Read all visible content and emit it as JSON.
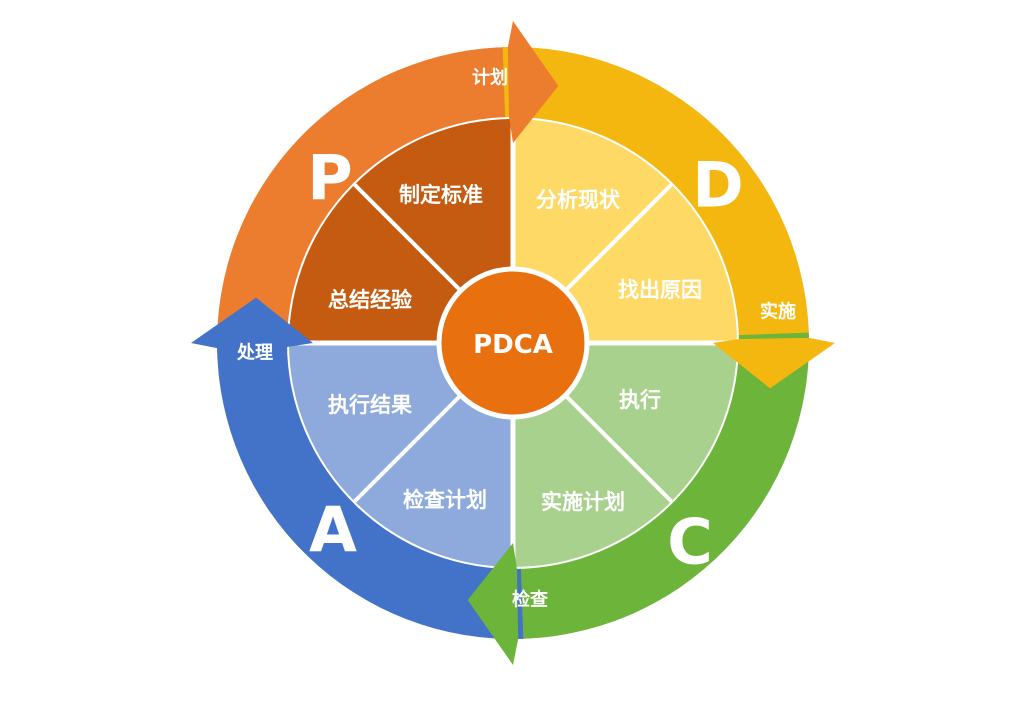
{
  "center_label": "PDCA",
  "colors": {
    "plan_ring": "#EC7D2F",
    "do_ring": "#F4B70F",
    "check_ring": "#6DB43A",
    "act_ring": "#4373C9",
    "plan_fill": "#C55A11",
    "do_fill": "#FFD966",
    "check_fill": "#A9D18E",
    "act_fill": "#8EAADC",
    "center_fill": "#E8700E"
  },
  "phases": [
    {
      "letter": "P",
      "arrow_label": "计划",
      "segments": [
        "制定标准",
        "总结经验"
      ]
    },
    {
      "letter": "D",
      "arrow_label": "实施",
      "segments": [
        "分析现状",
        "找出原因"
      ]
    },
    {
      "letter": "C",
      "arrow_label": "检查",
      "segments": [
        "执行",
        "实施计划"
      ]
    },
    {
      "letter": "A",
      "arrow_label": "处理",
      "segments": [
        "检查计划",
        "执行结果"
      ]
    }
  ]
}
